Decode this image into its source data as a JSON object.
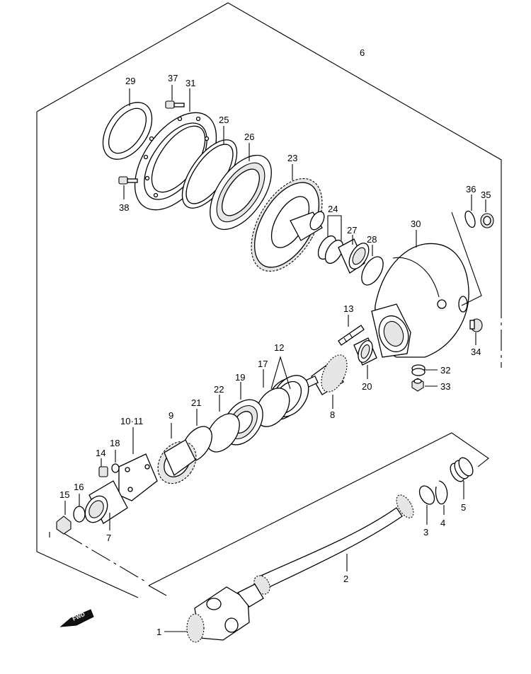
{
  "labels": {
    "p1": "1",
    "p2": "2",
    "p3": "3",
    "p4": "4",
    "p5": "5",
    "p6": "6",
    "p7": "7",
    "p8": "8",
    "p9": "9",
    "p10_11": "10·11",
    "p12": "12",
    "p13": "13",
    "p14": "14",
    "p15": "15",
    "p16": "16",
    "p17": "17",
    "p18": "18",
    "p19": "19",
    "p20": "20",
    "p21": "21",
    "p22": "22",
    "p23": "23",
    "p24": "24",
    "p25": "25",
    "p26": "26",
    "p27": "27",
    "p28": "28",
    "p29": "29",
    "p30": "30",
    "p31": "31",
    "p32": "32",
    "p33": "33",
    "p34": "34",
    "p35": "35",
    "p36": "36",
    "p37": "37",
    "p38": "38"
  },
  "fwd_badge": "FWD"
}
